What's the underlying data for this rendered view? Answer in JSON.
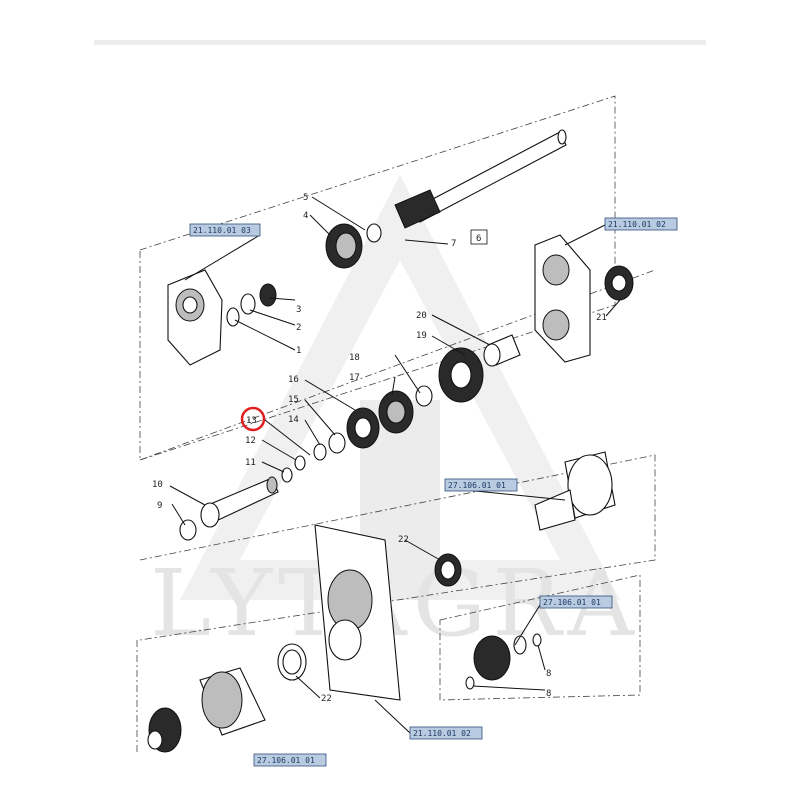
{
  "watermark": {
    "text": "LYTAGRA"
  },
  "references": {
    "top_left": "21.110.01 03",
    "top_right": "21.110.01 02",
    "middle_right": "27.106.01 01",
    "lower_right": "27.106.01 01",
    "bottom_center": "21.110.01 02",
    "bottom_left": "27.106.01 01"
  },
  "callouts": [
    "1",
    "2",
    "3",
    "4",
    "5",
    "6",
    "7",
    "8",
    "8",
    "9",
    "10",
    "11",
    "12",
    "13",
    "14",
    "15",
    "16",
    "17",
    "18",
    "19",
    "20",
    "21",
    "22",
    "22"
  ],
  "highlight": {
    "label": "13",
    "color": "#e02020"
  },
  "colors": {
    "ref_box": "#b8cbe0",
    "highlight": "#e02020"
  }
}
